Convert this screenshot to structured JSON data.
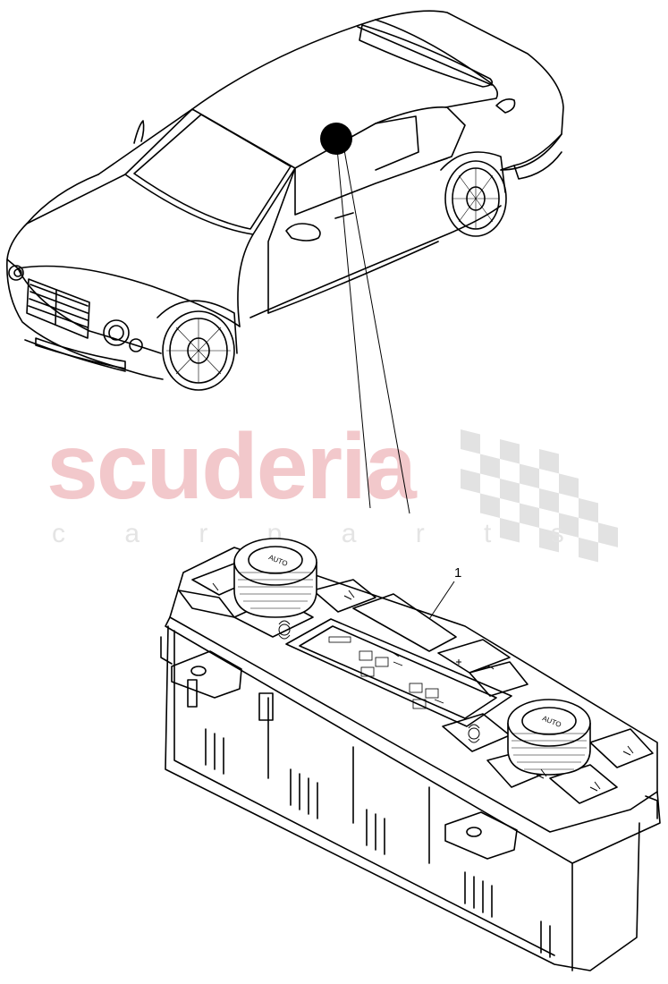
{
  "watermark": {
    "brand": "scuderia",
    "tagline": "c a r   p a r t s",
    "brand_color": "#f2c8cb",
    "flag_color": "#e2e2e2"
  },
  "callouts": [
    {
      "label": "1"
    }
  ],
  "panel_text": {
    "auto_left": "AUTO",
    "auto_right": "AUTO"
  },
  "icons": [
    "car-illustration",
    "location-marker-icon",
    "climate-control-unit",
    "fan-icon",
    "temperature-dial"
  ]
}
